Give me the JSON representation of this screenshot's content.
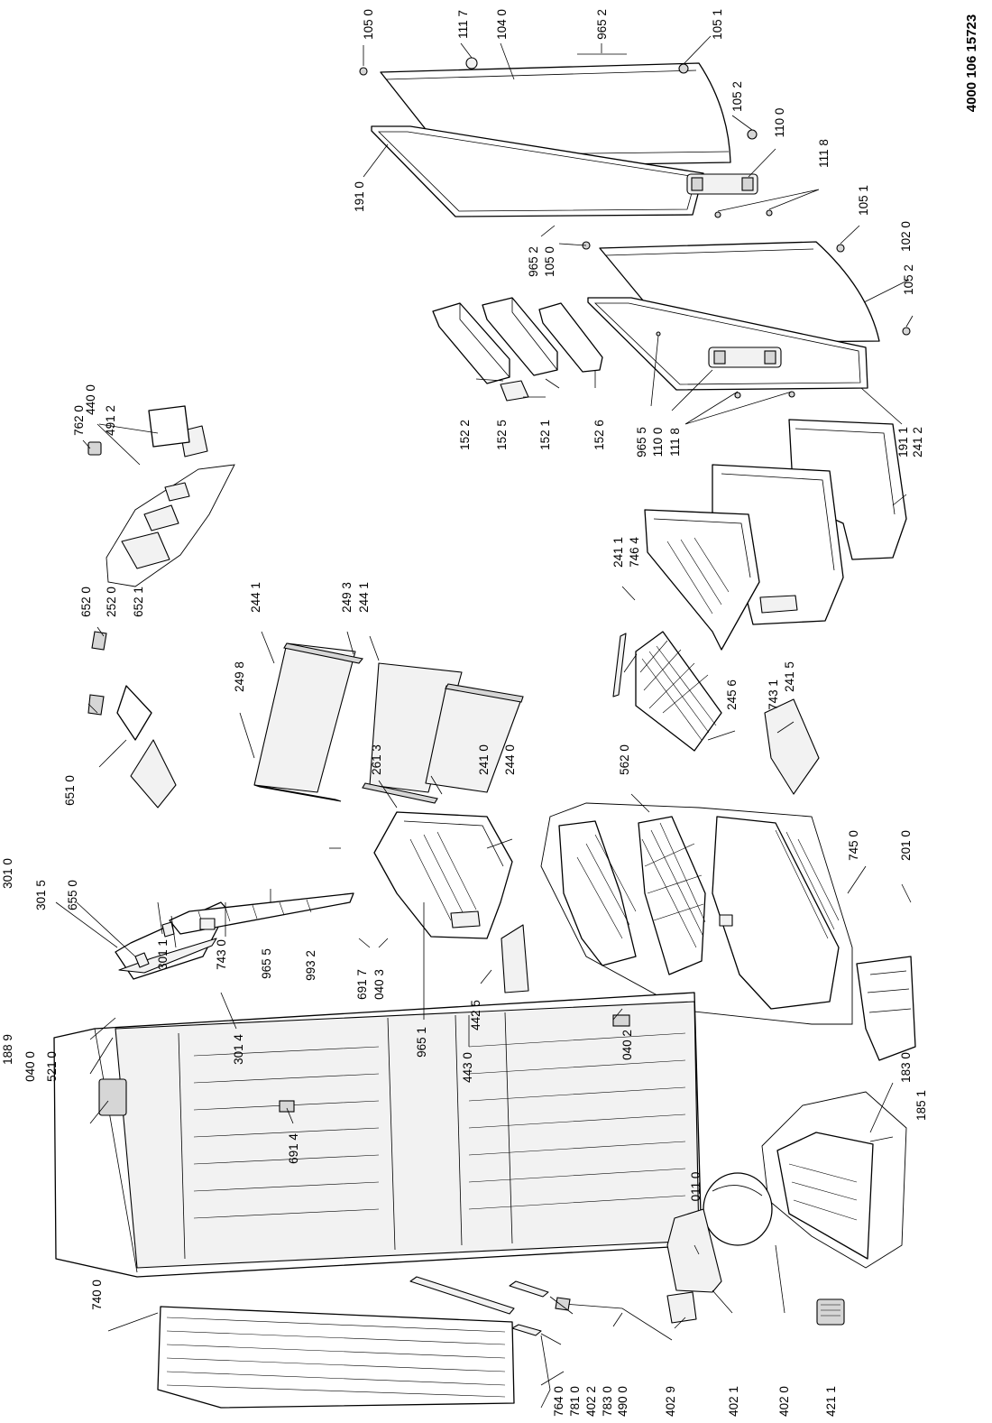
{
  "document_number": "4000 106 15723",
  "labels": [
    {
      "id": "1050-top",
      "text": "105 0"
    },
    {
      "id": "1117",
      "text": "111 7"
    },
    {
      "id": "1040",
      "text": "104 0"
    },
    {
      "id": "9652-top",
      "text": "965 2"
    },
    {
      "id": "1051-top",
      "text": "105 1"
    },
    {
      "id": "1052-mid",
      "text": "105 2"
    },
    {
      "id": "1100-top",
      "text": "110 0"
    },
    {
      "id": "1118-top",
      "text": "111 8"
    },
    {
      "id": "1910",
      "text": "191 0"
    },
    {
      "id": "1051-mid",
      "text": "105 1"
    },
    {
      "id": "1020",
      "text": "102 0"
    },
    {
      "id": "9652-mid",
      "text": "965 2"
    },
    {
      "id": "1050-mid",
      "text": "105 0"
    },
    {
      "id": "1052-low",
      "text": "105 2"
    },
    {
      "id": "1522",
      "text": "152 2"
    },
    {
      "id": "1525",
      "text": "152 5"
    },
    {
      "id": "1521",
      "text": "152 1"
    },
    {
      "id": "1526",
      "text": "152 6"
    },
    {
      "id": "9655-mid",
      "text": "965 5"
    },
    {
      "id": "1100-mid",
      "text": "110 0"
    },
    {
      "id": "1118-mid",
      "text": "111 8"
    },
    {
      "id": "1911",
      "text": "191 1"
    },
    {
      "id": "2412",
      "text": "241 2"
    },
    {
      "id": "4400",
      "text": "440 0"
    },
    {
      "id": "7620",
      "text": "762 0"
    },
    {
      "id": "4912",
      "text": "491 2"
    },
    {
      "id": "2441-a",
      "text": "244 1"
    },
    {
      "id": "2493",
      "text": "249 3"
    },
    {
      "id": "2441-b",
      "text": "244 1"
    },
    {
      "id": "2498",
      "text": "249 8"
    },
    {
      "id": "2411",
      "text": "241 1"
    },
    {
      "id": "7464",
      "text": "746 4"
    },
    {
      "id": "2415",
      "text": "241 5"
    },
    {
      "id": "2456",
      "text": "245 6"
    },
    {
      "id": "7431",
      "text": "743 1"
    },
    {
      "id": "6520",
      "text": "652 0"
    },
    {
      "id": "2520",
      "text": "252 0"
    },
    {
      "id": "6521",
      "text": "652 1"
    },
    {
      "id": "6510",
      "text": "651 0"
    },
    {
      "id": "2613",
      "text": "261 3"
    },
    {
      "id": "2410",
      "text": "241 0"
    },
    {
      "id": "2440",
      "text": "244 0"
    },
    {
      "id": "5620",
      "text": "562 0"
    },
    {
      "id": "7450",
      "text": "745 0"
    },
    {
      "id": "2010",
      "text": "201 0"
    },
    {
      "id": "3010",
      "text": "301 0"
    },
    {
      "id": "3015",
      "text": "301 5"
    },
    {
      "id": "6550",
      "text": "655 0"
    },
    {
      "id": "3011",
      "text": "301 1"
    },
    {
      "id": "7430",
      "text": "743 0"
    },
    {
      "id": "9655-low",
      "text": "965 5"
    },
    {
      "id": "9932",
      "text": "993 2"
    },
    {
      "id": "6917",
      "text": "691 7"
    },
    {
      "id": "0403",
      "text": "040 3"
    },
    {
      "id": "4425",
      "text": "442 5"
    },
    {
      "id": "9651",
      "text": "965 1"
    },
    {
      "id": "4430",
      "text": "443 0"
    },
    {
      "id": "3014",
      "text": "301 4"
    },
    {
      "id": "1889",
      "text": "188 9"
    },
    {
      "id": "0400",
      "text": "040 0"
    },
    {
      "id": "5210",
      "text": "521 0"
    },
    {
      "id": "0402",
      "text": "040 2"
    },
    {
      "id": "0110",
      "text": "011 0"
    },
    {
      "id": "6914",
      "text": "691 4"
    },
    {
      "id": "1830",
      "text": "183 0"
    },
    {
      "id": "1851",
      "text": "185 1"
    },
    {
      "id": "7400",
      "text": "740 0"
    },
    {
      "id": "7640",
      "text": "764 0"
    },
    {
      "id": "7810",
      "text": "781 0"
    },
    {
      "id": "4022",
      "text": "402 2"
    },
    {
      "id": "7830",
      "text": "783 0"
    },
    {
      "id": "4900",
      "text": "490 0"
    },
    {
      "id": "4029",
      "text": "402 9"
    },
    {
      "id": "4021",
      "text": "402 1"
    },
    {
      "id": "4020",
      "text": "402 0"
    },
    {
      "id": "4211",
      "text": "421 1"
    }
  ]
}
